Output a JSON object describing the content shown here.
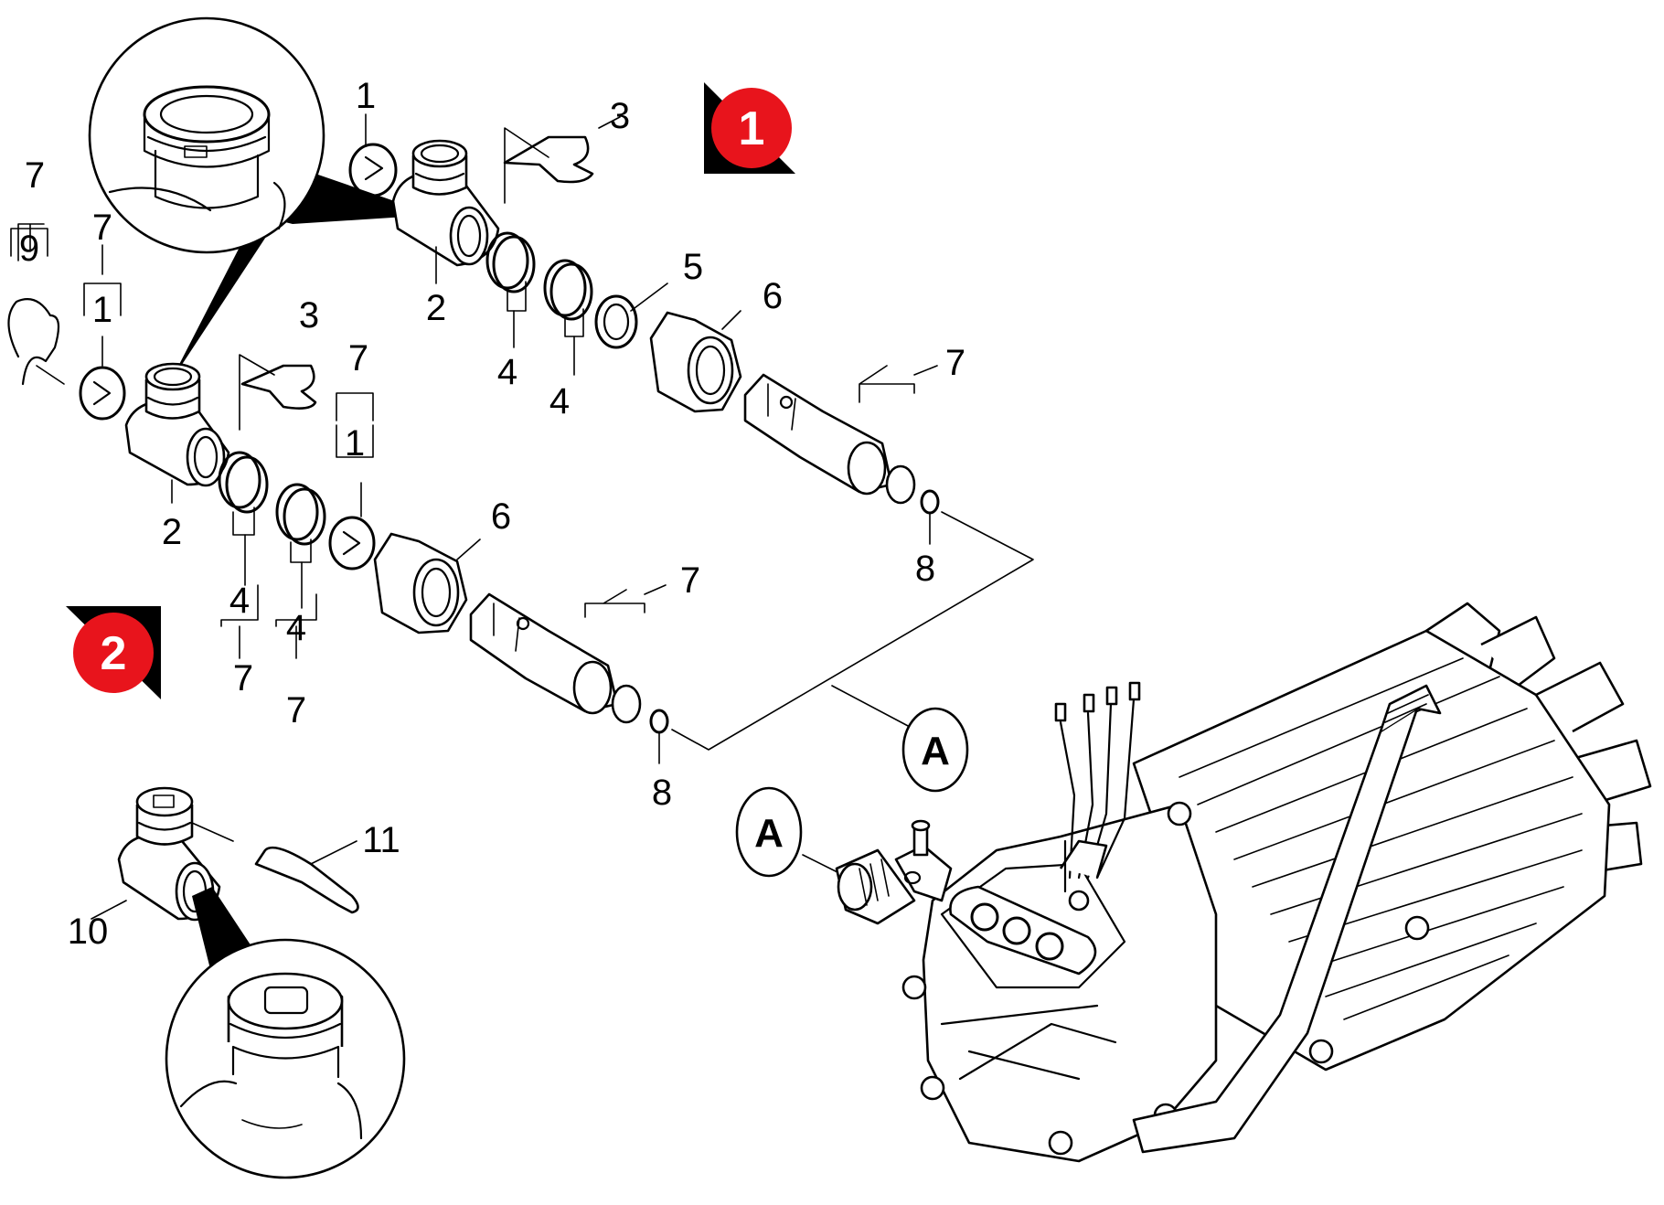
{
  "callouts": {
    "c1_top": "1",
    "c3_top": "3",
    "c2_top": "2",
    "c4a_top": "4",
    "c4b_top": "4",
    "c5_top": "5",
    "c6_top": "6",
    "c7_top": "7",
    "c8_top": "8",
    "c7_9": "7",
    "c9": "9",
    "c7_1left": "7",
    "c1_left": "1",
    "c3_low": "3",
    "c2_low": "2",
    "c7_1mid": "7",
    "c1_mid": "1",
    "c4a_low": "4",
    "c7_4a": "7",
    "c4b_low": "4",
    "c7_4b": "7",
    "c6_low": "6",
    "c7_low": "7",
    "c8_low": "8",
    "c11": "11",
    "c10": "10"
  },
  "variants": {
    "v1": "1",
    "v2": "2"
  },
  "connectors": {
    "a1": "A",
    "a2": "A"
  },
  "colors": {
    "variant_badge": "#e8141c",
    "line": "#000000",
    "background": "#ffffff"
  }
}
